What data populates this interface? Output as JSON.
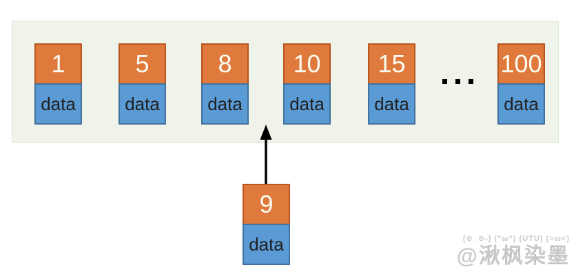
{
  "diagram": {
    "array_nodes": [
      {
        "key": "1",
        "data_label": "data"
      },
      {
        "key": "5",
        "data_label": "data"
      },
      {
        "key": "8",
        "data_label": "data"
      },
      {
        "key": "10",
        "data_label": "data"
      },
      {
        "key": "15",
        "data_label": "data"
      },
      {
        "key": "100",
        "data_label": "data"
      }
    ],
    "ellipsis": "…",
    "ellipsis_after_index": 4,
    "insert_node": {
      "key": "9",
      "data_label": "data"
    },
    "colors": {
      "key_bg": "#E0793C",
      "key_border": "#B9541F",
      "data_bg": "#5B9BD5",
      "data_border": "#41719C",
      "panel_bg": "#EFF3E9",
      "panel_border": "#DDE5D4",
      "arrow": "#000000",
      "number_text": "#FCFCF2",
      "data_text": "#1F1F1F",
      "watermark": "#C7C7C7"
    }
  },
  "watermark": {
    "kaomoji": "(⊙_⊙-) (\"ω\") (UTU) (>ω<)",
    "signature": "@湫枫染墨"
  }
}
